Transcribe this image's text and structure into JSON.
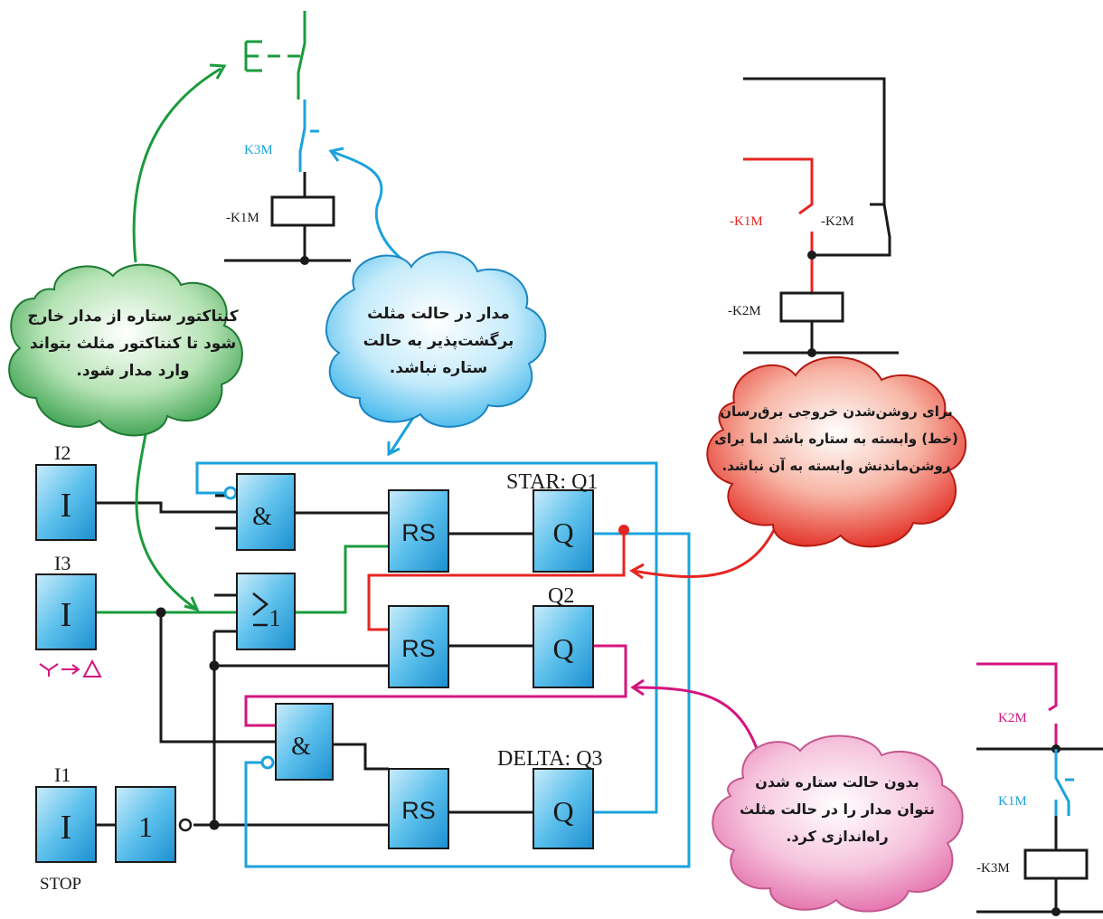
{
  "top_circuit": {
    "k3m": "K3M",
    "k1m": "-K1M"
  },
  "right_circuit": {
    "k1m": "-K1M",
    "k2m_contact": "-K2M",
    "k2m_coil": "-K2M"
  },
  "bottom_right_circuit": {
    "k2m": "K2M",
    "k1m": "K1M",
    "k3m": "-K3M"
  },
  "inputs": {
    "i2": {
      "label": "I2",
      "glyph": "I"
    },
    "i3": {
      "label": "I3",
      "glyph": "I"
    },
    "i1": {
      "label": "I1",
      "glyph": "I",
      "caption": "STOP"
    }
  },
  "gates": {
    "and_top": "&",
    "or": "1",
    "and_bottom": "&",
    "not": "1"
  },
  "flipflops": {
    "rs1": "RS",
    "rs2": "RS",
    "rs3": "RS"
  },
  "outputs": {
    "q1": {
      "label": "STAR: Q1",
      "glyph": "Q"
    },
    "q2": {
      "label": "Q2",
      "glyph": "Q"
    },
    "q3": {
      "label": "DELTA: Q3",
      "glyph": "Q"
    }
  },
  "bubbles": {
    "green": "کنتاکتور ستاره از مدار خارج شود تا کنتاکتور مثلث بتواند وارد مدار شود.",
    "blue": "مدار در حالت مثلث برگشت‌پذیر به حالت ستاره نباشد.",
    "red": "برای روشن‌شدن خروجی برق‌رسان (خط) وابسته به ستاره باشد اما برای روشن‌ماندنش وابسته به آن نباشد.",
    "pink": "بدون حالت ستاره شدن نتوان مدار را در حالت مثلث راه‌اندازی کرد."
  },
  "colors": {
    "green": "#1a9b3c",
    "blue": "#1ba3dc",
    "red": "#e52521",
    "pink": "#d4147e",
    "box": "#2aa7e0"
  }
}
